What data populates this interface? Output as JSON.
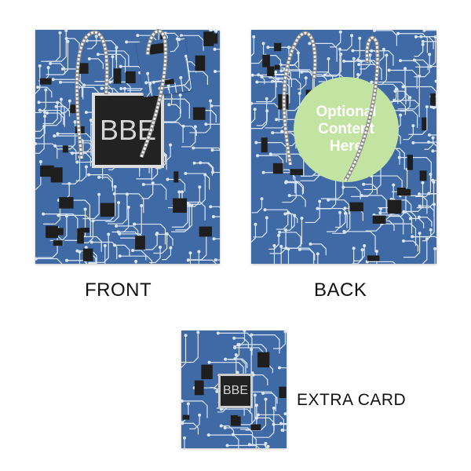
{
  "colors": {
    "board": "#3f6aa6",
    "trace": "#dbe6f4",
    "chip": "#222222",
    "circle": "#c2e3a2",
    "rope": "#f0f0f0"
  },
  "front": {
    "chip_text": "BBE",
    "caption": "FRONT"
  },
  "back": {
    "circle_text": "Optional Content Here",
    "caption": "BACK"
  },
  "card": {
    "chip_text": "BBE",
    "caption": "EXTRA CARD"
  }
}
